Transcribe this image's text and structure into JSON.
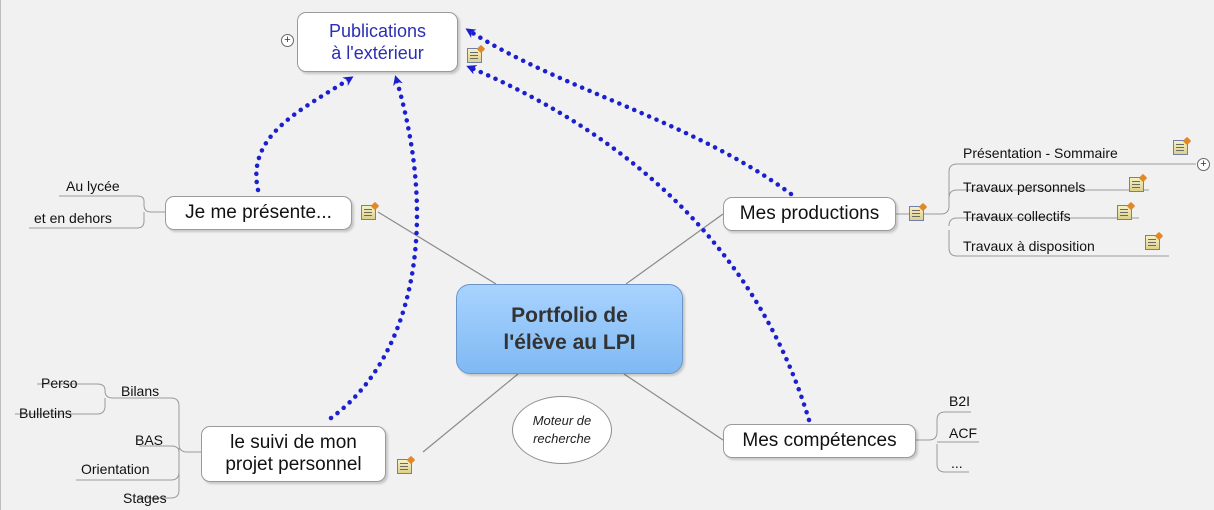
{
  "map": {
    "central_topic": {
      "line1": "Portfolio de",
      "line2": "l'élève au LPI"
    },
    "publications": {
      "line1": "Publications",
      "line2": "à l'extérieur"
    },
    "presente": {
      "label": "Je me présente...",
      "subtopics": [
        "Au lycée",
        "et en dehors"
      ]
    },
    "productions": {
      "label": "Mes productions",
      "subtopics": [
        "Présentation - Sommaire",
        "Travaux personnels",
        "Travaux collectifs",
        "Travaux à disposition"
      ]
    },
    "suivi": {
      "line1": "le suivi de mon",
      "line2": "projet personnel",
      "subtopics": [
        "Perso",
        "Bilans",
        "Bulletins",
        "BAS",
        "Orientation",
        "Stages"
      ]
    },
    "competences": {
      "label": "Mes compétences",
      "subtopics": [
        "B2I",
        "ACF",
        "..."
      ]
    },
    "floating": {
      "line1": "Moteur de",
      "line2": "recherche"
    }
  },
  "colors": {
    "relationship": "#1a1fcf",
    "connector": "#8a8a8a",
    "central_fill": "#8cc3fa",
    "publications_text": "#2a2fb4"
  },
  "icons": {
    "note": "note-icon",
    "expand": "expand-plus-icon",
    "arrow": "arrowhead-icon"
  }
}
